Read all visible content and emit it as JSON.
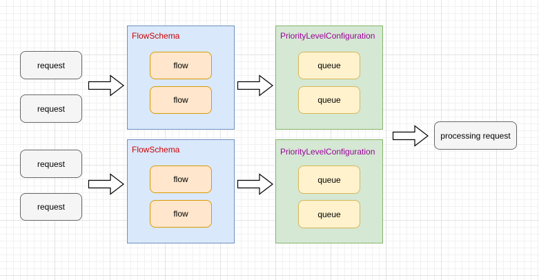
{
  "requests": [
    "request",
    "request",
    "request",
    "request"
  ],
  "groups": [
    {
      "flowschema": {
        "title": "FlowSchema",
        "title_color": "#cc0000",
        "flows": [
          "flow",
          "flow"
        ]
      },
      "plc": {
        "title": "PriorityLevelConfiguration",
        "title_color": "#990099",
        "queues": [
          "queue",
          "queue"
        ]
      }
    },
    {
      "flowschema": {
        "title": "FlowSchema",
        "title_color": "#cc0000",
        "flows": [
          "flow",
          "flow"
        ]
      },
      "plc": {
        "title": "PriorityLevelConfiguration",
        "title_color": "#990099",
        "queues": [
          "queue",
          "queue"
        ]
      }
    }
  ],
  "processing": {
    "label": "processing request"
  },
  "colors": {
    "request_fill": "#f5f5f5",
    "flowschema_fill": "#dae8fc",
    "plc_fill": "#d5e8d4",
    "flow_fill": "#ffe6cc",
    "queue_fill": "#fff2cc"
  },
  "icons": [
    "block-arrow-right"
  ]
}
